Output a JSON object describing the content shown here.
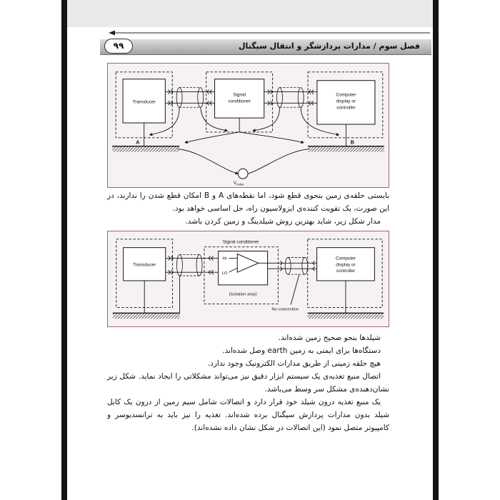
{
  "header": {
    "page_number": "۹۹",
    "chapter_title": "فصل سوم / مدارات پردازشگر و انتقال سیگنال"
  },
  "figure1": {
    "transducer": "Transducer",
    "signal_conditioner": [
      "Signal",
      "conditioner"
    ],
    "computer": [
      "Computer",
      "display or",
      "controller"
    ],
    "point_a": "A",
    "point_b": "B",
    "v_noise": {
      "symbol": "V",
      "subscript": "noise"
    }
  },
  "text_block1": {
    "paragraphs": [
      "بایستی حلقه‌ی زمین بنحوی قطع شود، اما نقطه‌های A و B امکان قطع شدن را ندارند، در این صورت، یک تقویت کننده‌ی ایزولاسیون راه، حل اساسی خواهد بود.",
      "مدار شکل زیر، شاید بهترین روش شیلدینگ و زمین کردن باشد."
    ]
  },
  "figure2": {
    "transducer": "Transducer",
    "signal_conditioner": "Signal conditioner",
    "hi": "HI",
    "lo": "LO",
    "isolation_amp": "(Isolation amp)",
    "no_connection": "No connection",
    "computer": [
      "Computer",
      "display or",
      "controller"
    ]
  },
  "text_block2": {
    "paragraphs": [
      "شیلدها بنحو صحیح زمین شده‌اند.",
      "دستگاه‌ها برای ایمنی به زمین earth وصل شده‌اند.",
      "هیچ حلقه زمینی از طریق مدارات الکترونیک وجود ندارد.",
      "اتصال منبع تغذیه‌ی یک سیستم ابزار دقیق نیز می‌تواند مشکلاتی را ایجاد نماید. شکل زیر نشان‌دهنده‌ی مشکل سر وسط می‌باشد.",
      "یک منبع تغذیه درون شیلد خود قرار دارد و اتصالات شامل سیم زمین از درون یک کابل شیلد بدون مدارات پردازش سیگنال برده شده‌اند. تغذیه را نیز باید به ترانسدیوسر و کامپیوتر متصل نمود (این اتصالات در شکل نشان داده نشده‌اند)."
    ]
  }
}
